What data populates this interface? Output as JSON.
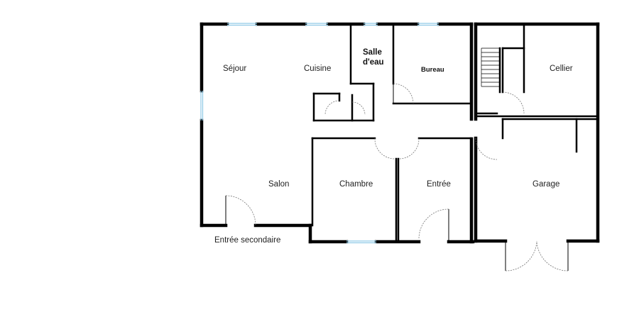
{
  "colors": {
    "wall": "#000000",
    "window": "#8fc9e6",
    "door_arc": "#777777",
    "background": "#ffffff"
  },
  "rooms": {
    "sejour": "Séjour",
    "cuisine": "Cuisine",
    "salle_deau_line1": "Salle",
    "salle_deau_line2": "d'eau",
    "bureau": "Bureau",
    "cellier": "Cellier",
    "salon": "Salon",
    "chambre": "Chambre",
    "entree": "Entrée",
    "garage": "Garage",
    "entree_secondaire": "Entrée secondaire"
  }
}
